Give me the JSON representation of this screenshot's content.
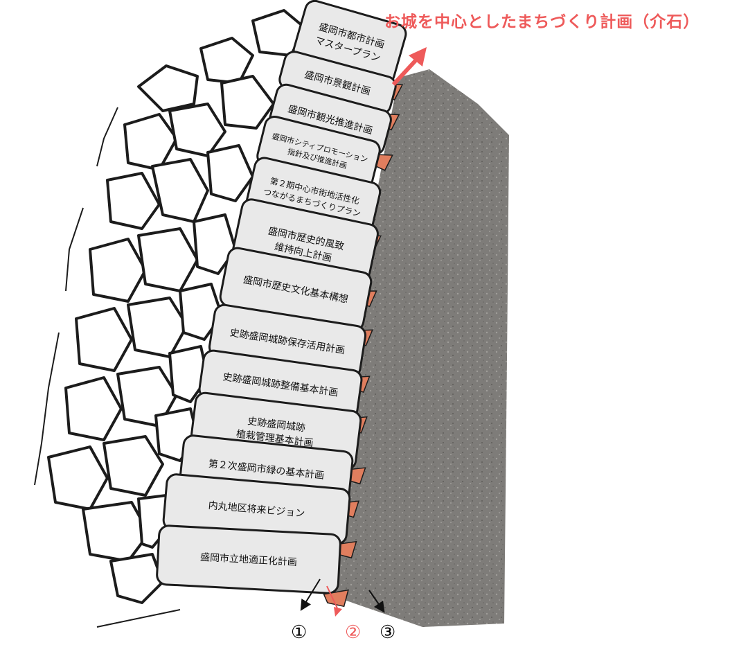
{
  "title": "お城を中心としたまちづくり計画（介石）",
  "colors": {
    "accent": "#ee5a5a",
    "capstone": "#e9e9e9",
    "wedge": "#e07e5e",
    "fill": "#7e7c79",
    "outline": "#1c1c1c"
  },
  "stones": [
    {
      "lines": [
        "盛岡市都市計画",
        "マスタープラン"
      ]
    },
    {
      "lines": [
        "盛岡市景観計画"
      ]
    },
    {
      "lines": [
        "盛岡市観光推進計画"
      ]
    },
    {
      "lines": [
        "盛岡市シティプロモーション",
        "指針及び推進計画"
      ]
    },
    {
      "lines": [
        "第２期中心市街地活性化",
        "つながるまちづくりプラン"
      ]
    },
    {
      "lines": [
        "盛岡市歴史的風致",
        "維持向上計画"
      ]
    },
    {
      "lines": [
        "盛岡市歴史文化基本構想"
      ]
    },
    {
      "lines": [
        "史跡盛岡城跡保存活用計画"
      ]
    },
    {
      "lines": [
        "史跡盛岡城跡整備基本計画"
      ]
    },
    {
      "lines": [
        "史跡盛岡城跡",
        "植栽管理基本計画"
      ]
    },
    {
      "lines": [
        "第２次盛岡市緑の基本計画"
      ]
    },
    {
      "lines": [
        "内丸地区将来ビジョン"
      ]
    },
    {
      "lines": [
        "盛岡市立地適正化計画"
      ]
    }
  ],
  "markers": [
    "①",
    "②",
    "③"
  ]
}
